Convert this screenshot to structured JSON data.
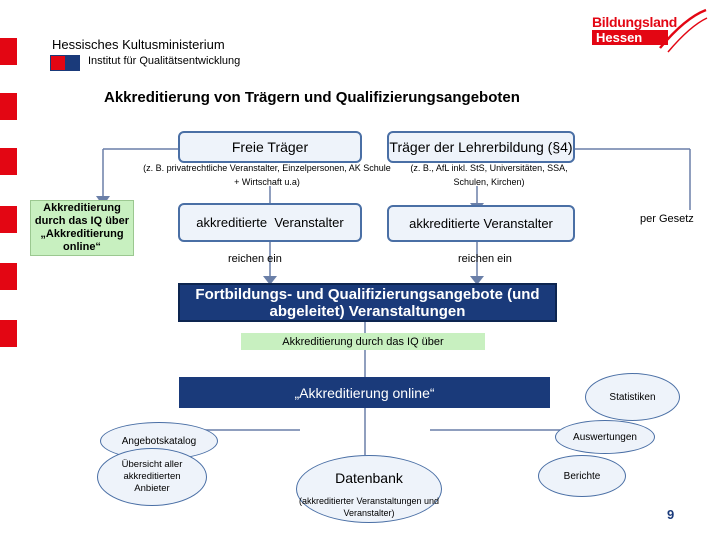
{
  "header": {
    "ministry": "Hessisches Kultusministerium",
    "institute": "Institut für Qualitätsentwicklung",
    "logo_main": "Bildungsland",
    "logo_sub": "Hessen"
  },
  "title": "Akkreditierung von Trägern und Qualifizierungsangeboten",
  "providers": {
    "free": {
      "label": "Freie Träger",
      "examples": "(z. B. privatrechtliche Veranstalter, Einzelpersonen, AK Schule + Wirtschaft u.a)"
    },
    "teacher": {
      "label": "Träger der Lehrerbildung (§4)",
      "examples": "(z. B., AfL inkl. StS, Universitäten, SSA, Schulen, Kirchen)"
    }
  },
  "side_note": "Akkreditierung durch das IQ über „Akkreditierung online“",
  "accredited_left": "akkreditierte  Veranstalter",
  "accredited_right": "akkreditierte Veranstalter",
  "per_law": "per Gesetz",
  "submit_left": "reichen ein",
  "submit_right": "reichen ein",
  "offers": "Fortbildungs- und Qualifizierungsangebote (und abgeleitet) Veranstaltungen",
  "accreditation_label": "Akkreditierung durch das IQ über",
  "online": "„Akkreditierung online“",
  "statistics": "Statistiken",
  "catalog": "Angebotskatalog",
  "evaluations": "Auswertungen",
  "overview": "Übersicht aller akkreditierten Anbieter",
  "database": "Datenbank",
  "database_sub": "(akkreditierter Veranstaltungen und Veranstalter)",
  "reports": "Berichte",
  "page_number": "9",
  "colors": {
    "brand_red": "#e30613",
    "navy": "#1a3a7a",
    "green_box": "#c8f0c0",
    "node_fill": "#eef3fa",
    "node_border": "#4a6fa5"
  }
}
